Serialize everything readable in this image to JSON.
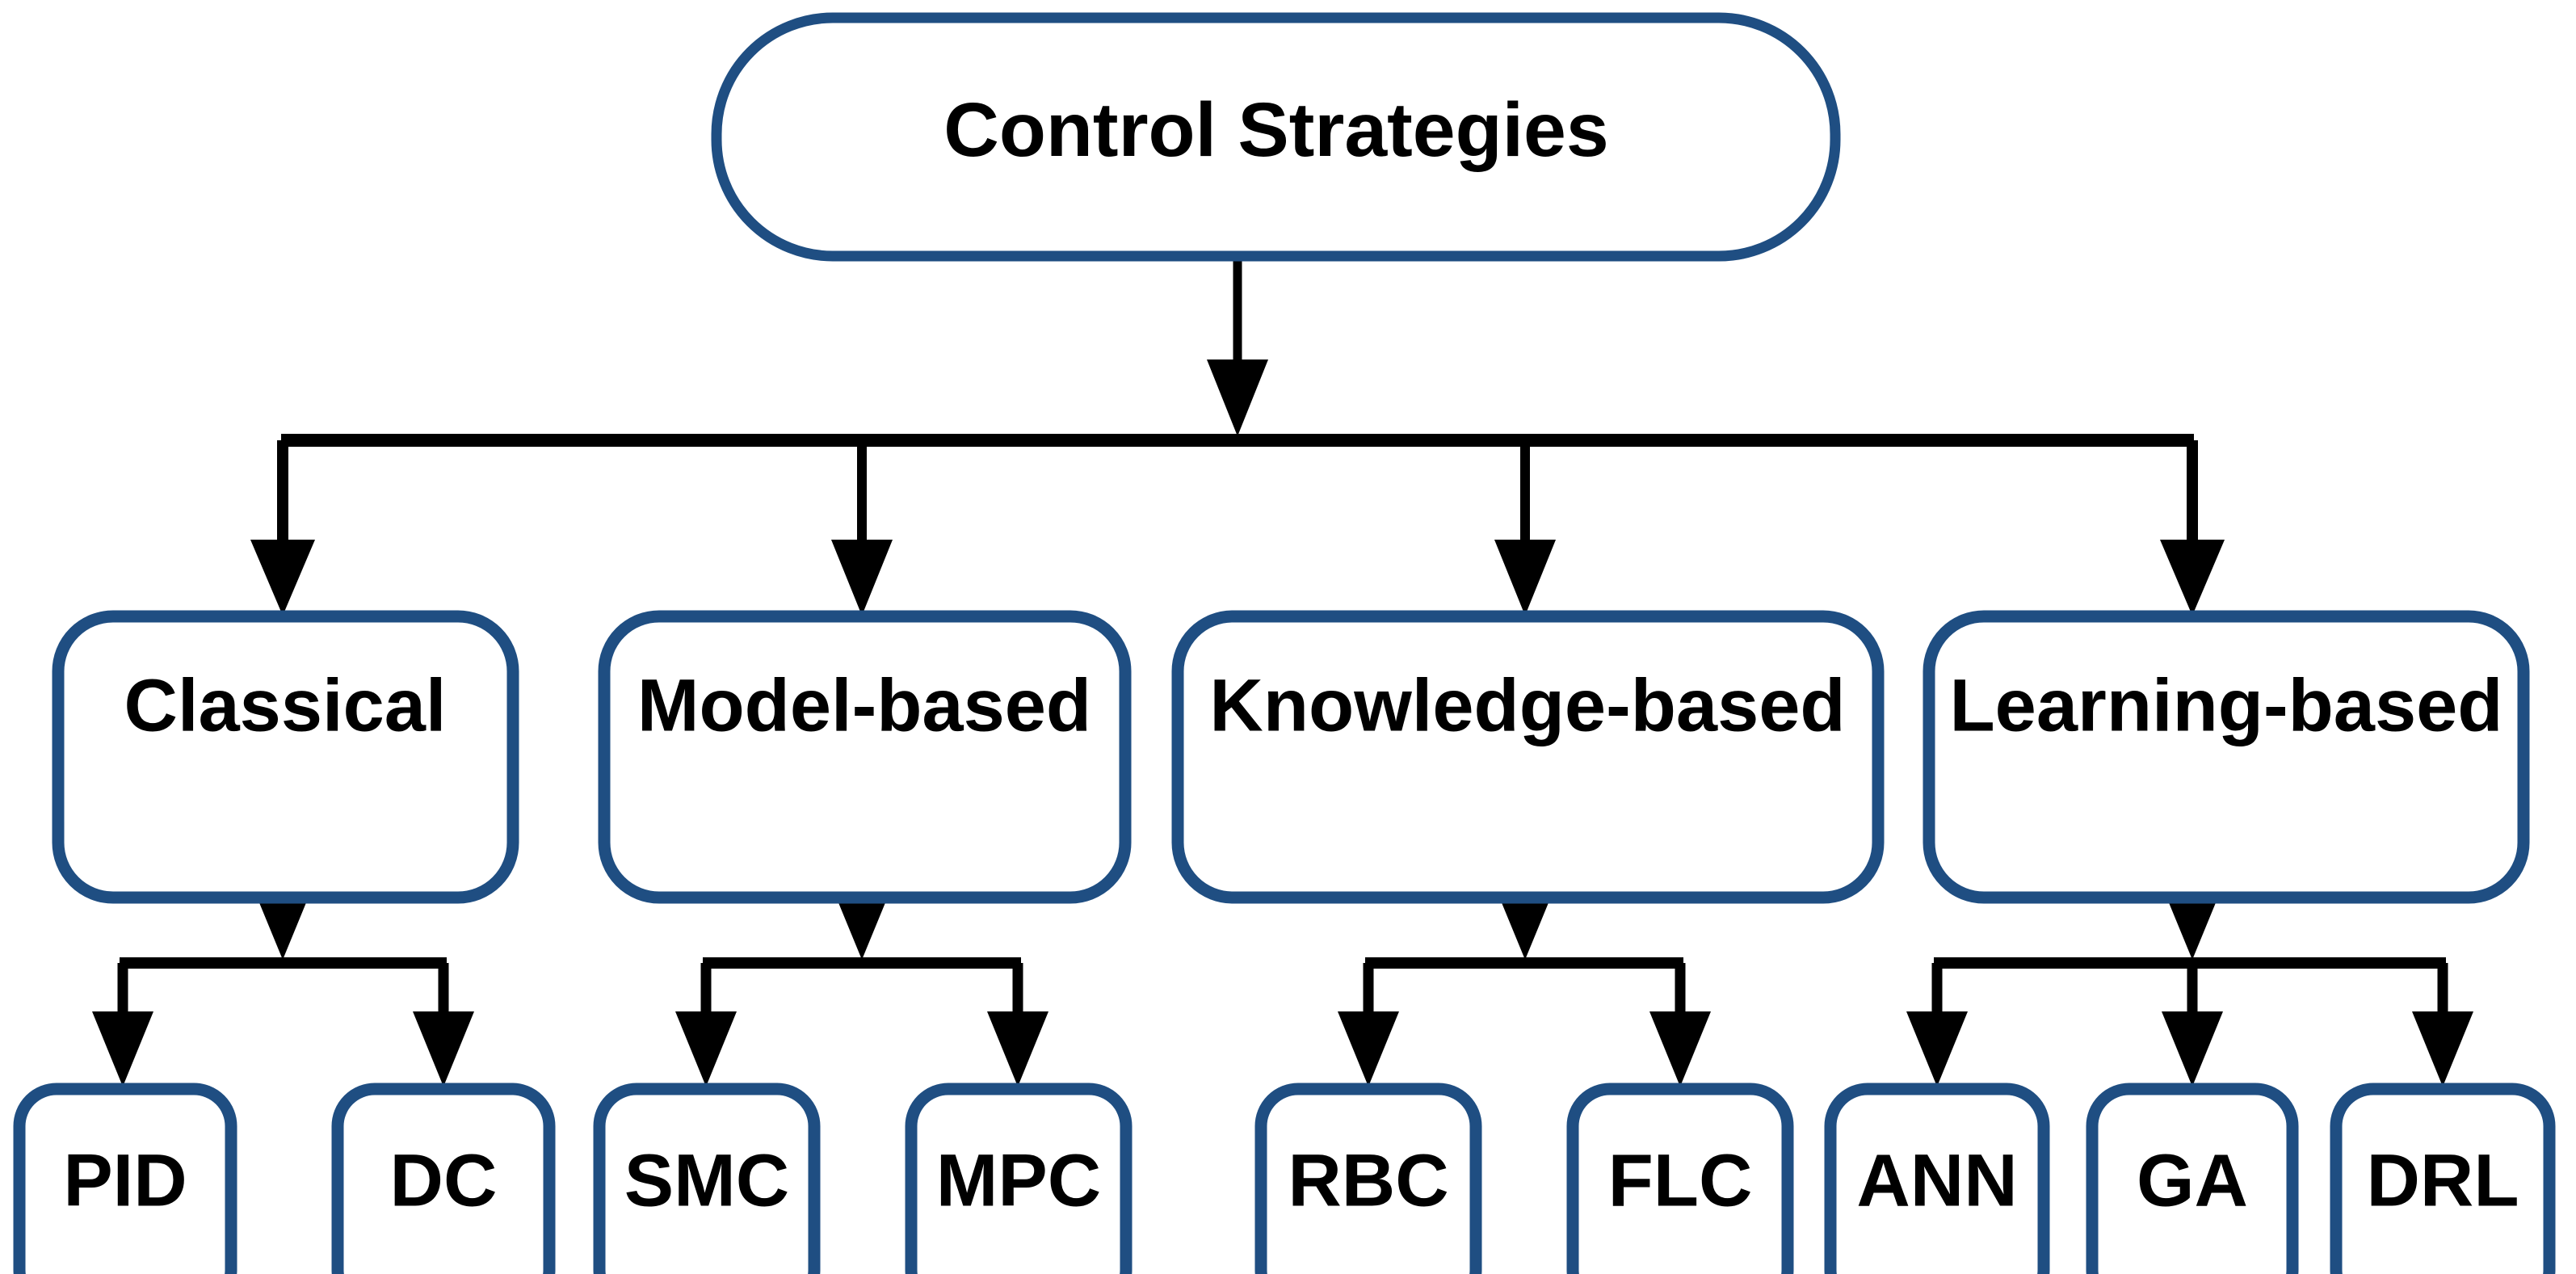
{
  "diagram": {
    "title": "Control Strategies",
    "type": "hierarchical-tree-taxonomy",
    "levels": 3,
    "colors": {
      "node_border": "#1F4E82",
      "node_fill": "#FFFFFF",
      "connector": "#000000",
      "label_text": "#000000",
      "background": "#FFFFFF"
    },
    "root": {
      "id": "control-strategies",
      "label": "Control Strategies"
    },
    "categories": [
      {
        "id": "classical",
        "label": "Classical",
        "children": [
          {
            "id": "pid",
            "label": "PID"
          },
          {
            "id": "dc",
            "label": "DC"
          }
        ]
      },
      {
        "id": "model-based",
        "label": "Model-based",
        "children": [
          {
            "id": "smc",
            "label": "SMC"
          },
          {
            "id": "mpc",
            "label": "MPC"
          }
        ]
      },
      {
        "id": "knowledge-based",
        "label": "Knowledge-based",
        "children": [
          {
            "id": "rbc",
            "label": "RBC"
          },
          {
            "id": "flc",
            "label": "FLC"
          }
        ]
      },
      {
        "id": "learning-based",
        "label": "Learning-based",
        "children": [
          {
            "id": "ann",
            "label": "ANN"
          },
          {
            "id": "ga",
            "label": "GA"
          },
          {
            "id": "drl",
            "label": "DRL"
          }
        ]
      }
    ]
  }
}
